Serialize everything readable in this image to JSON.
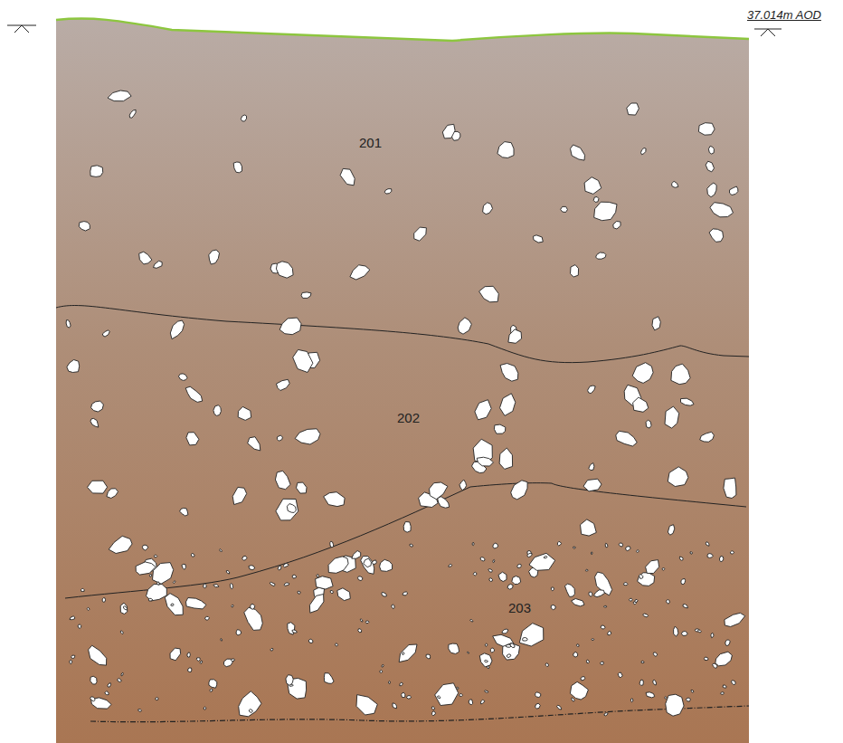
{
  "diagram": {
    "labels": [
      "37.014m AOD",
      "201",
      "202",
      "203"
    ]
  }
}
